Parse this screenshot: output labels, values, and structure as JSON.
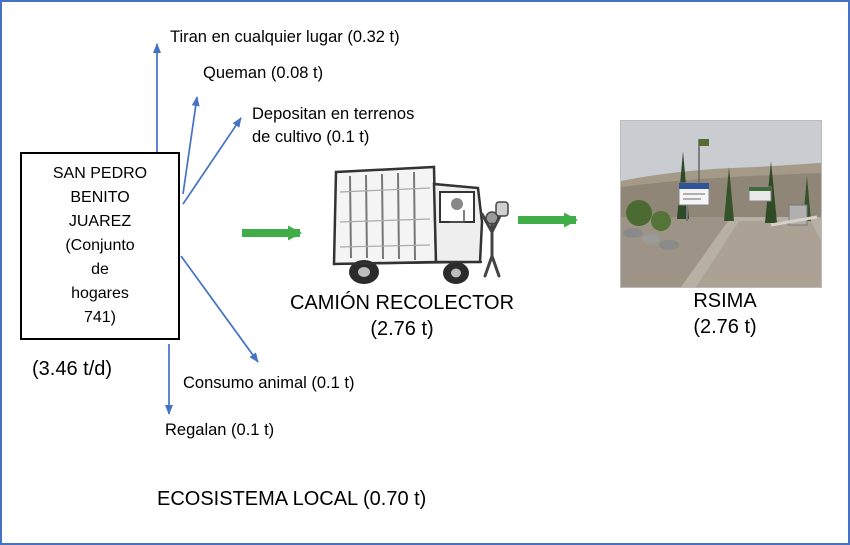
{
  "box": {
    "text": "SAN PEDRO\nBENITO\nJUAREZ\n(Conjunto\nde\nhogares\n741)",
    "total": "(3.46 t/d)"
  },
  "branches": {
    "tiran": "Tiran en cualquier lugar (0.32 t)",
    "queman": "Queman (0.08 t)",
    "depositan": "Depositan en terrenos\nde cultivo (0.1 t)",
    "consumo": "Consumo animal (0.1 t)",
    "regalan": "Regalan (0.1 t)"
  },
  "truck": {
    "label": "CAMIÓN RECOLECTOR",
    "amount": "(2.76 t)"
  },
  "rsima": {
    "label": "RSIMA",
    "amount": "(2.76 t)"
  },
  "ecosystem": {
    "label": "ECOSISTEMA LOCAL (0.70 t)"
  },
  "colors": {
    "arrow_blue": "#4472C4",
    "arrow_green": "#3FAE49",
    "border_blue": "#4472C4"
  }
}
